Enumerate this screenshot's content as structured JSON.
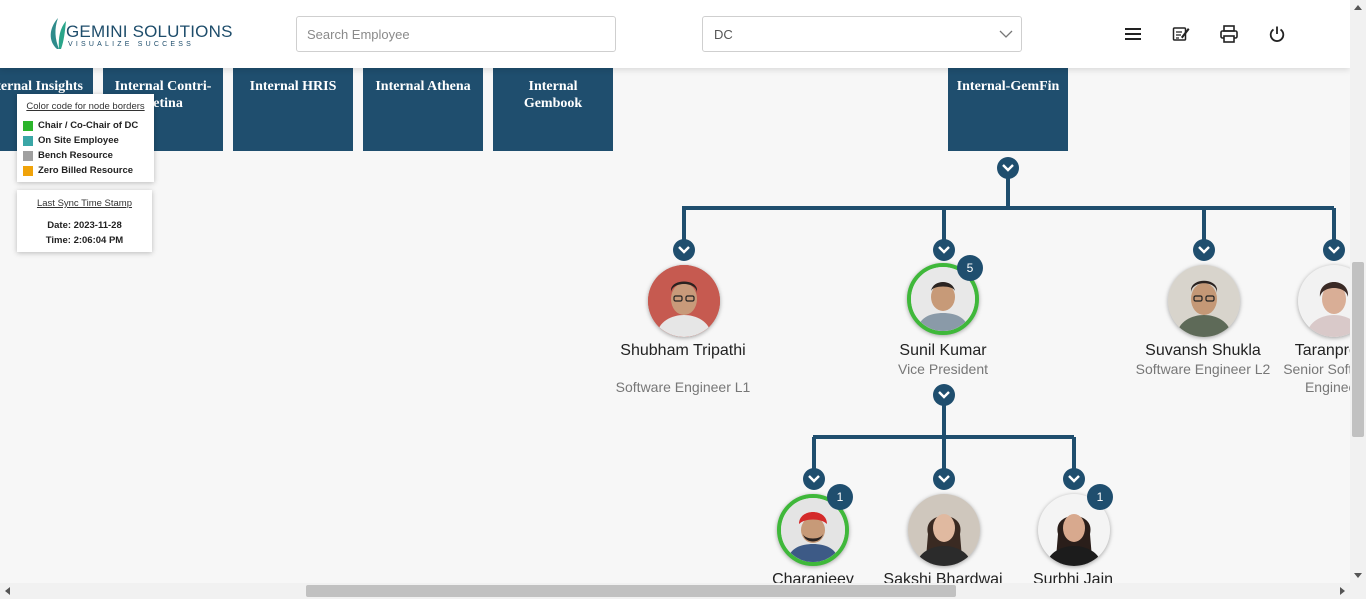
{
  "header": {
    "logo_name": "GEMINI SOLUTIONS",
    "logo_tagline": "VISUALIZE SUCCESS",
    "search_placeholder": "Search Employee",
    "dc_select_value": "DC",
    "icons": [
      "menu-icon",
      "edit-note-icon",
      "print-icon",
      "power-icon"
    ]
  },
  "departments": [
    {
      "label": "Internal Insights"
    },
    {
      "label": "Internal Contri-Retina"
    },
    {
      "label": "Internal HRIS"
    },
    {
      "label": "Internal Athena"
    },
    {
      "label": "Internal Gembook"
    },
    {
      "label": "Internal-GemFin"
    }
  ],
  "legend": {
    "title": "Color code for node borders",
    "items": [
      {
        "label": "Chair / Co-Chair of DC",
        "color": "#2cb52c"
      },
      {
        "label": "On Site Employee",
        "color": "#3aa6a6"
      },
      {
        "label": "Bench Resource",
        "color": "#a0a0a0"
      },
      {
        "label": "Zero Billed Resource",
        "color": "#f0a30a"
      }
    ]
  },
  "sync": {
    "title": "Last Sync Time Stamp",
    "date": "Date: 2023-11-28",
    "time": "Time: 2:06:04 PM"
  },
  "employees": [
    {
      "name": "Shubham Tripathi",
      "role": "Software Engineer L1",
      "border": "none",
      "badge": ""
    },
    {
      "name": "Sunil Kumar",
      "role": "Vice President",
      "border": "green",
      "badge": "5"
    },
    {
      "name": "Suvansh Shukla",
      "role": "Software Engineer L2",
      "border": "none",
      "badge": ""
    },
    {
      "name": "Taranpreet",
      "role": "Senior Software Engineer",
      "border": "none",
      "badge": ""
    },
    {
      "name": "Charanjeev",
      "role": "",
      "border": "green",
      "badge": "1"
    },
    {
      "name": "Sakshi Bhardwaj",
      "role": "",
      "border": "none",
      "badge": ""
    },
    {
      "name": "Surbhi Jain",
      "role": "",
      "border": "none",
      "badge": "1"
    }
  ],
  "colors": {
    "primary": "#1f4e6e",
    "chair_border": "#3fb83a"
  }
}
